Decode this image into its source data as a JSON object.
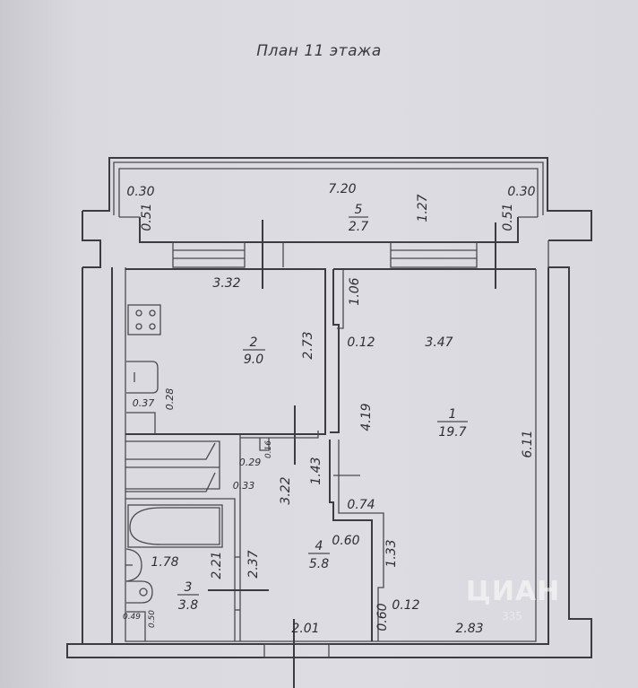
{
  "plan": {
    "title": "План 11 этажа",
    "watermark": "ЦИАН",
    "watermark_id": "335"
  },
  "rooms": [
    {
      "number": "1",
      "area": "19.7"
    },
    {
      "number": "2",
      "area": "9.0"
    },
    {
      "number": "3",
      "area": "3.8"
    },
    {
      "number": "4",
      "area": "5.8"
    },
    {
      "number": "5",
      "area": "2.7"
    }
  ],
  "dimensions": {
    "balcony_width": "7.20",
    "balcony_depth": "1.27",
    "balcony_left_offset": "0.30",
    "balcony_right_offset": "0.30",
    "balcony_left_depth": "0.51",
    "balcony_right_depth": "0.51",
    "kitchen_width": "3.32",
    "kitchen_depth": "2.73",
    "kitchen_niche_w": "0.37",
    "kitchen_niche_h": "0.28",
    "room_top_offset": "1.06",
    "room_wall_step": "0.12",
    "room_width": "3.47",
    "room_depth_left": "4.19",
    "room_depth_right": "6.11",
    "hall_niche_w": "0.29",
    "hall_niche_h": "0.16",
    "hall_offset": "0.33",
    "hall_depth": "3.22",
    "hall_door": "1.43",
    "hall_step": "0.74",
    "hall_step2": "0.60",
    "room_bottom_step": "1.33",
    "room_bottom_wall": "0.12",
    "room_bottom_niche": "0.60",
    "room_bottom_width": "2.83",
    "hall_bottom_width": "2.01",
    "hall_left_depth": "2.37",
    "bath_depth": "2.21",
    "bath_width": "1.78",
    "bath_niche_w": "0.49",
    "bath_niche_h": "0.50"
  }
}
